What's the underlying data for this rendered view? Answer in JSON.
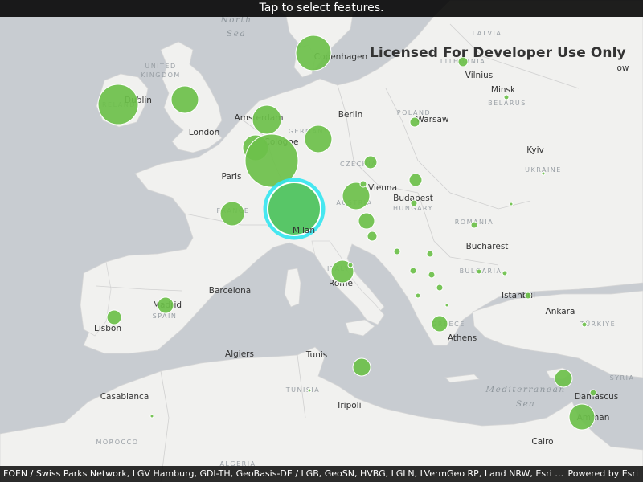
{
  "banner": {
    "text": "Tap to select features."
  },
  "license": {
    "text": "Licensed For Developer Use Only"
  },
  "footer": {
    "attribution": "FOEN / Swiss Parks Network, LGV Hamburg, GDI-TH, GeoBasis-DE / LGB, GeoSN, HVBG, LGLN, LVermGeo RP, Land NRW, Esri Roma...",
    "powered": "Powered by Esri"
  },
  "colors": {
    "water": "#c8ccd1",
    "land": "#f1f1ef",
    "point_fill": "#6cc04a",
    "point_stroke": "#ffffff",
    "selected_fill": "#4fc35f",
    "selection_halo": "#33e6f0"
  },
  "map": {
    "cities": [
      {
        "name": "Copenhagen"
      },
      {
        "name": "Dublin"
      },
      {
        "name": "London"
      },
      {
        "name": "Amsterdam"
      },
      {
        "name": "Berlin"
      },
      {
        "name": "Cologne"
      },
      {
        "name": "Warsaw"
      },
      {
        "name": "Vilnius"
      },
      {
        "name": "Minsk"
      },
      {
        "name": "Kyiv"
      },
      {
        "name": "Paris"
      },
      {
        "name": "Vienna"
      },
      {
        "name": "Budapest"
      },
      {
        "name": "Milan"
      },
      {
        "name": "Bucharest"
      },
      {
        "name": "Rome"
      },
      {
        "name": "Barcelona"
      },
      {
        "name": "Madrid"
      },
      {
        "name": "Lisbon"
      },
      {
        "name": "Istanbul"
      },
      {
        "name": "Ankara"
      },
      {
        "name": "Algiers"
      },
      {
        "name": "Tunis"
      },
      {
        "name": "Athens"
      },
      {
        "name": "Tripoli"
      },
      {
        "name": "Casablanca"
      },
      {
        "name": "Damascus"
      },
      {
        "name": "Amman"
      },
      {
        "name": "Cairo"
      },
      {
        "name": "ow"
      }
    ],
    "countries": [
      {
        "name": "LATVIA"
      },
      {
        "name": "LITHUANIA"
      },
      {
        "name": "UNITED"
      },
      {
        "name": "KINGDOM"
      },
      {
        "name": "IRELAND"
      },
      {
        "name": "POLAND"
      },
      {
        "name": "BELARUS"
      },
      {
        "name": "GERMANY"
      },
      {
        "name": "CZECHIA"
      },
      {
        "name": "UKRAINE"
      },
      {
        "name": "FRANCE"
      },
      {
        "name": "AUSTRIA"
      },
      {
        "name": "HUNGARY"
      },
      {
        "name": "ROMANIA"
      },
      {
        "name": "BULGARIA"
      },
      {
        "name": "ITALY"
      },
      {
        "name": "SPAIN"
      },
      {
        "name": "GREECE"
      },
      {
        "name": "TÜRKIYE"
      },
      {
        "name": "SYRIA"
      },
      {
        "name": "TUNISIA"
      },
      {
        "name": "MOROCCO"
      },
      {
        "name": "ALGERIA"
      }
    ],
    "seas": [
      {
        "name": "North"
      },
      {
        "name": "Sea"
      },
      {
        "name": "Mediterranean"
      },
      {
        "name": "Sea"
      }
    ],
    "feature_count": 50
  }
}
